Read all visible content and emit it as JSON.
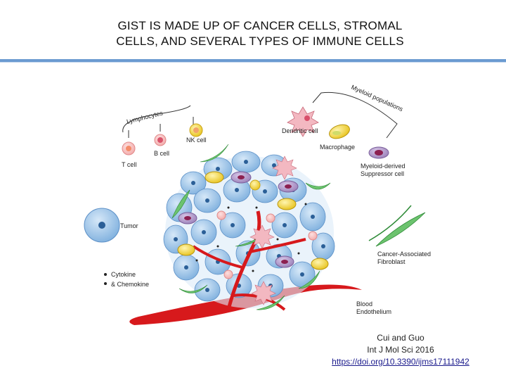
{
  "title": {
    "line1": "GIST IS MADE UP OF CANCER CELLS, STROMAL",
    "line2": "CELLS,  AND SEVERAL TYPES OF IMMUNE CELLS"
  },
  "figure": {
    "group_lymphocytes": "Lymphocytes",
    "group_myeloid": "Myeloid populations",
    "t_cell": "T cell",
    "b_cell": "B cell",
    "nk_cell": "NK cell",
    "dendritic_cell": "Dendritic cell",
    "macrophage": "Macrophage",
    "mdsc_line1": "Myeloid-derived",
    "mdsc_line2": "Suppressor cell",
    "tumor": "Tumor",
    "cytokine": "Cytokine",
    "chemokine": "& Chemokine",
    "caf_line1": "Cancer-Associated",
    "caf_line2": "Fibroblast",
    "blood_line1": "Blood",
    "blood_line2": "Endothelium"
  },
  "citation": {
    "authors": "Cui and Guo",
    "journal": "Int J Mol Sci 2016",
    "doi": "https://doi.org/10.3390/ijms17111942"
  },
  "colors": {
    "accent_rule": "#6b9bd1",
    "tumor_cell": "#9cc3e6",
    "blood": "#d7191c",
    "fibroblast": "#4caf50",
    "macrophage": "#f2d33a"
  }
}
